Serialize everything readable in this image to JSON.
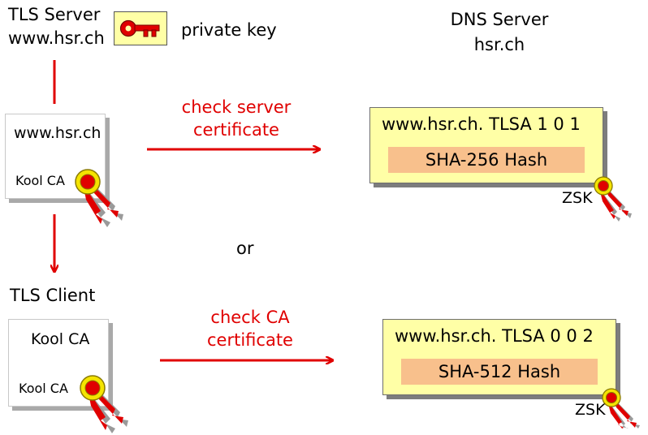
{
  "tls_server": {
    "title": "TLS Server",
    "host": "www.hsr.ch"
  },
  "private_key": {
    "label": "private key",
    "icon": "key-icon"
  },
  "dns_server": {
    "title": "DNS Server",
    "zone": "hsr.ch"
  },
  "server_cert": {
    "subject": "www.hsr.ch",
    "issuer": "Kool CA"
  },
  "check_server": {
    "line1": "check server",
    "line2": "certificate"
  },
  "record_top": {
    "text": "www.hsr.ch. TLSA 1 0 1",
    "hash": "SHA-256 Hash",
    "signer": "ZSK"
  },
  "or_label": "or",
  "tls_client": {
    "title": "TLS Client"
  },
  "ca_cert": {
    "subject": "Kool CA",
    "issuer": "Kool CA"
  },
  "check_ca": {
    "line1": "check CA",
    "line2": "certificate"
  },
  "record_bottom": {
    "text": "www.hsr.ch. TLSA 0 0 2",
    "hash": "SHA-512 Hash",
    "signer": "ZSK"
  },
  "colors": {
    "arrow": "#e00000",
    "record_bg": "#ffffa6",
    "hash_bg": "#f8c08c",
    "seal_gold": "#f5e400",
    "ribbon": "#e00000"
  }
}
